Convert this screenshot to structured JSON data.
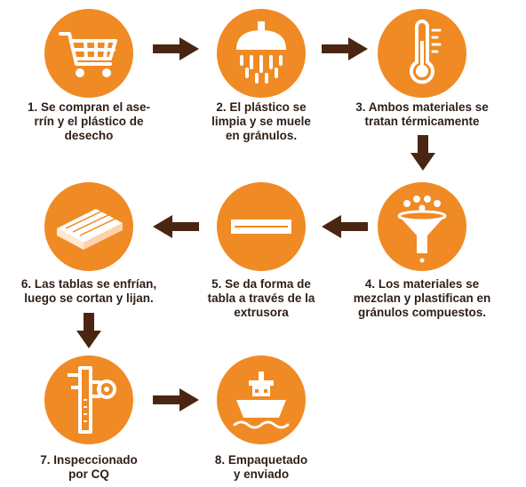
{
  "colors": {
    "accent": "#f08a24",
    "arrow": "#4a2612",
    "text": "#2d1f17"
  },
  "steps": [
    {
      "label": "1. Se compran el ase-\nrrín y el plástico de\ndesecho",
      "icon": "shopping-cart-icon"
    },
    {
      "label": "2. El plástico se\nlimpia y se muele\nen gránulos.",
      "icon": "shower-head-icon"
    },
    {
      "label": "3. Ambos materiales se\ntratan térmicamente",
      "icon": "thermometer-icon"
    },
    {
      "label": "4. Los materiales se\nmezclan y plastifican en\ngránulos compuestos.",
      "icon": "funnel-icon"
    },
    {
      "label": "5. Se da forma de\ntabla a través de la\nextrusora",
      "icon": "board-icon"
    },
    {
      "label": "6. Las tablas se enfrían,\nluego se cortan y lijan.",
      "icon": "board-stack-icon"
    },
    {
      "label": "7. Inspeccionado\npor CQ",
      "icon": "caliper-icon"
    },
    {
      "label": "8. Empaquetado\ny enviado",
      "icon": "ship-icon"
    }
  ]
}
